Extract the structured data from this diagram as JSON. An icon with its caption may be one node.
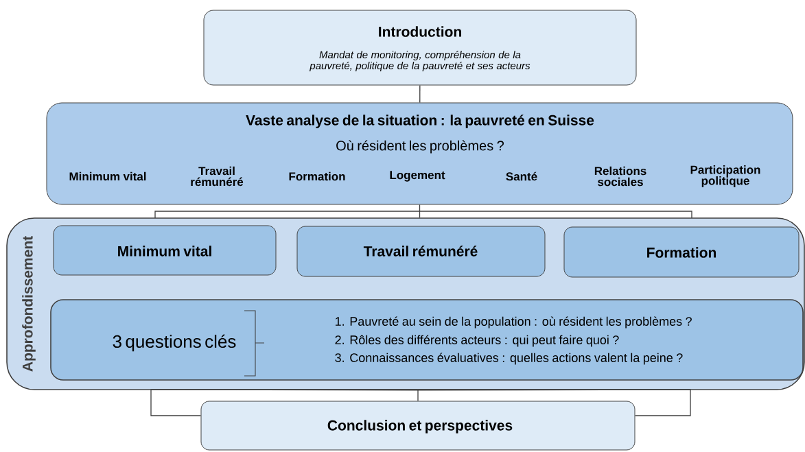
{
  "diagram": {
    "nodes": [
      {
        "text": [
          "Introduction",
          "Mandat de monitoring, compréhension de la pauvreté, politique de la pauvreté et ses acteurs"
        ]
      },
      {
        "text": [
          "Vaste analyse de la situation : la pauvreté en Suisse",
          "Où résident les problèmes ?",
          "Minimum vital",
          "Travail rémunéré",
          "Formation",
          "Logement",
          "Santé",
          "Relations sociales",
          "Participation politique"
        ]
      },
      {
        "text": [
          "Approfondissement"
        ]
      },
      {
        "text": [
          "Minimum vital"
        ],
        "in": 2
      },
      {
        "text": [
          "Travail rémunéré"
        ],
        "in": 2
      },
      {
        "text": [
          "Formation"
        ],
        "in": 2
      },
      {
        "text": [
          "3 questions clés",
          "1. Pauvreté au sein de la population : où résident les problèmes ?",
          "2. Rôles des différents acteurs : qui peut faire quoi ?",
          "3. Connaissances évaluatives : quelles actions valent la peine ?"
        ],
        "in": 2
      },
      {
        "text": [
          "Conclusion et perspectives"
        ]
      }
    ],
    "edges": [
      {
        "from": 0,
        "to": 1,
        "arrow": "none"
      },
      {
        "from": 1,
        "to": 2,
        "arrow": "none"
      },
      {
        "from": 2,
        "to": 7,
        "arrow": "none"
      }
    ]
  }
}
